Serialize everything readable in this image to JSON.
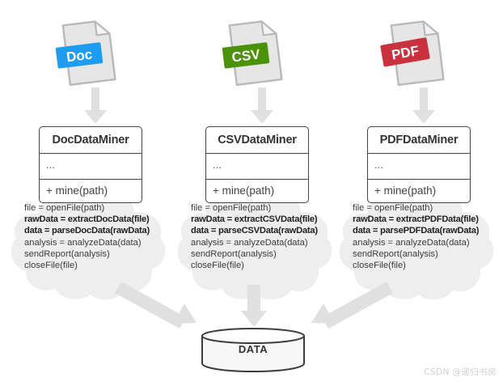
{
  "diagram": {
    "title": "DataMiner class hierarchy with duplicated mining logic",
    "colors": {
      "doc_label": "#1e9cf0",
      "csv_label": "#4a9208",
      "pdf_label": "#c9323c",
      "page_fill": "#e6e6e6",
      "page_stroke": "#b9b9b9",
      "cloud_fill": "#eeeeee",
      "arrow_fill": "#e0e0e0",
      "box_stroke": "#444444",
      "text": "#333333"
    },
    "columns": [
      {
        "file_icon": {
          "icon_name": "doc-file-icon",
          "label": "Doc",
          "label_color": "#1e9cf0"
        },
        "arrow_name": "arrow-doc-to-class",
        "class_box": {
          "name": "DocDataMiner",
          "attributes": "...",
          "operations": "+ mine(path)"
        },
        "code_lines": [
          {
            "text": "file = openFile(path)",
            "bold": false
          },
          {
            "text": "rawData = extractDocData(file)",
            "bold": true
          },
          {
            "text": "data = parseDocData(rawData)",
            "bold": true
          },
          {
            "text": "analysis = analyzeData(data)",
            "bold": false
          },
          {
            "text": "sendReport(analysis)",
            "bold": false
          },
          {
            "text": "closeFile(file)",
            "bold": false
          }
        ]
      },
      {
        "file_icon": {
          "icon_name": "csv-file-icon",
          "label": "CSV",
          "label_color": "#4a9208"
        },
        "arrow_name": "arrow-csv-to-class",
        "class_box": {
          "name": "CSVDataMiner",
          "attributes": "...",
          "operations": "+ mine(path)"
        },
        "code_lines": [
          {
            "text": "file = openFile(path)",
            "bold": false
          },
          {
            "text": "rawData = extractCSVData(file)",
            "bold": true
          },
          {
            "text": "data = parseCSVData(rawData)",
            "bold": true
          },
          {
            "text": "analysis = analyzeData(data)",
            "bold": false
          },
          {
            "text": "sendReport(analysis)",
            "bold": false
          },
          {
            "text": "closeFile(file)",
            "bold": false
          }
        ]
      },
      {
        "file_icon": {
          "icon_name": "pdf-file-icon",
          "label": "PDF",
          "label_color": "#c9323c"
        },
        "arrow_name": "arrow-pdf-to-class",
        "class_box": {
          "name": "PDFDataMiner",
          "attributes": "...",
          "operations": "+ mine(path)"
        },
        "code_lines": [
          {
            "text": "file = openFile(path)",
            "bold": false
          },
          {
            "text": "rawData = extractPDFData(file)",
            "bold": true
          },
          {
            "text": "data = parsePDFData(rawData)",
            "bold": true
          },
          {
            "text": "analysis = analyzeData(data)",
            "bold": false
          },
          {
            "text": "sendReport(analysis)",
            "bold": false
          },
          {
            "text": "closeFile(file)",
            "bold": false
          }
        ]
      }
    ],
    "database": {
      "label": "DATA",
      "icon_name": "database-cylinder-icon"
    },
    "watermark": "CSDN @递归书房"
  }
}
